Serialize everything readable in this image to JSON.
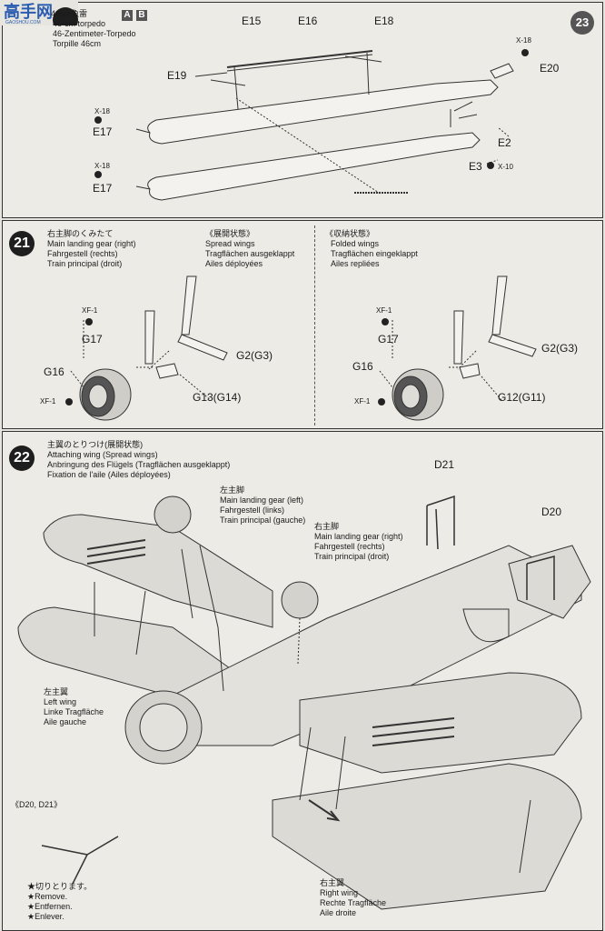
{
  "watermark": {
    "text": "高手网",
    "sub": "GAOSHOU.COM"
  },
  "step20": {
    "title_jp": "46cm魚雷",
    "title_en": "46-cm torpedo",
    "title_de": "46-Zentimeter-Torpedo",
    "title_fr": "Torpille 46cm",
    "box_a": "A",
    "box_b": "B",
    "parts": {
      "e15": "E15",
      "e16": "E16",
      "e18": "E18",
      "e19": "E19",
      "e20": "E20",
      "e17a": "E17",
      "e17b": "E17",
      "e2": "E2",
      "e3": "E3",
      "x18a": "X-18",
      "x18b": "X-18",
      "x18c": "X-18",
      "x10": "X-10"
    },
    "side_number": "23"
  },
  "step21": {
    "number": "21",
    "title_jp": "右主脚のくみたて",
    "title_en": "Main landing gear (right)",
    "title_de": "Fahrgestell (rechts)",
    "title_fr": "Train principal (droit)",
    "spread": {
      "jp": "《展開状態》",
      "en": "Spread wings",
      "de": "Tragflächen ausgeklappt",
      "fr": "Ailes déployées",
      "xf1a": "XF-1",
      "g17": "G17",
      "g16": "G16",
      "xf1b": "XF-1",
      "g2": "G2(G3)",
      "g13": "G13(G14)"
    },
    "folded": {
      "jp": "《収納状態》",
      "en": "Folded wings",
      "de": "Tragflächen eingeklappt",
      "fr": "Ailes repliées",
      "xf1a": "XF-1",
      "g17": "G17",
      "g16": "G16",
      "xf1b": "XF-1",
      "g2": "G2(G3)",
      "g12": "G12(G11)"
    }
  },
  "step22": {
    "number": "22",
    "title_jp": "主翼のとりつけ(展開状態)",
    "title_en": "Attaching wing (Spread wings)",
    "title_de": "Anbringung des Flügels (Tragflächen ausgeklappt)",
    "title_fr": "Fixation de l'aile (Ailes déployées)",
    "left_gear": {
      "jp": "左主脚",
      "en": "Main landing gear (left)",
      "de": "Fahrgestell (links)",
      "fr": "Train principal (gauche)"
    },
    "right_gear": {
      "jp": "右主脚",
      "en": "Main landing gear (right)",
      "de": "Fahrgestell (rechts)",
      "fr": "Train principal (droit)"
    },
    "left_wing": {
      "jp": "左主翼",
      "en": "Left wing",
      "de": "Linke Tragfläche",
      "fr": "Aile gauche"
    },
    "right_wing": {
      "jp": "右主翼",
      "en": "Right wing",
      "de": "Rechte Tragfläche",
      "fr": "Aile droite"
    },
    "d21": "D21",
    "d20": "D20",
    "struts_title": "《D20, D21》",
    "remove": {
      "jp": "★切りとります。",
      "en": "★Remove.",
      "de": "★Entfernen.",
      "fr": "★Enlever."
    }
  }
}
